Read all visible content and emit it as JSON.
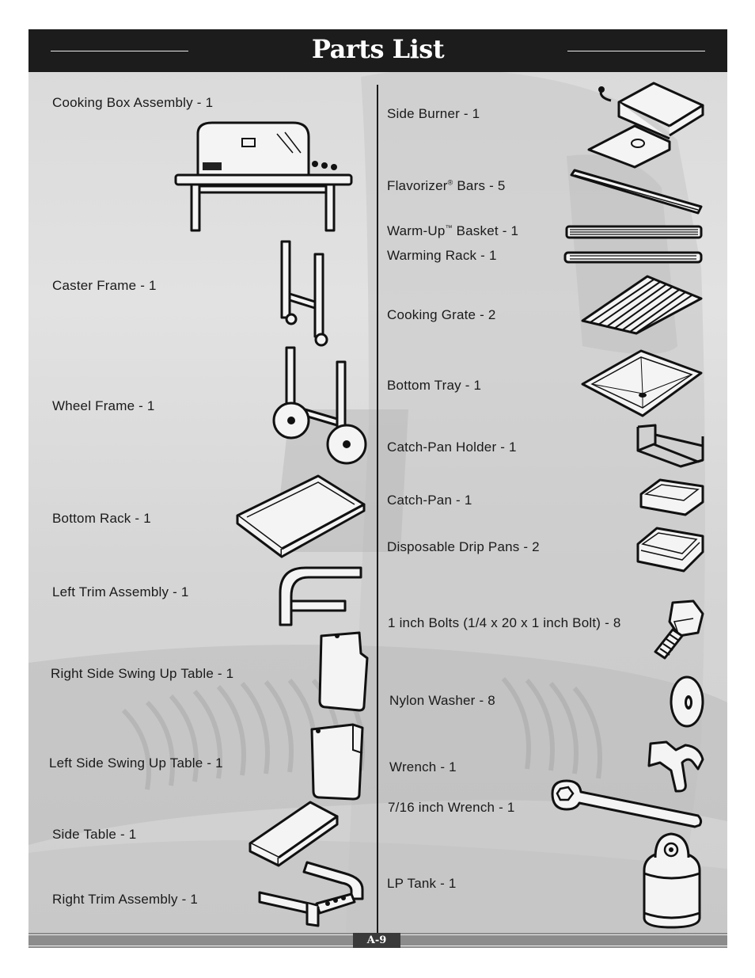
{
  "header": {
    "title": "Parts List"
  },
  "left_parts": [
    {
      "label": "Cooking Box Assembly - 1",
      "icon": "cooking-box-icon"
    },
    {
      "label": "Caster Frame - 1",
      "icon": "caster-frame-icon"
    },
    {
      "label": "Wheel Frame - 1",
      "icon": "wheel-frame-icon"
    },
    {
      "label": "Bottom Rack - 1",
      "icon": "bottom-rack-icon"
    },
    {
      "label": "Left Trim Assembly - 1",
      "icon": "left-trim-icon"
    },
    {
      "label": "Right Side Swing Up Table - 1",
      "icon": "right-swing-table-icon"
    },
    {
      "label": "Left Side Swing Up Table - 1",
      "icon": "left-swing-table-icon"
    },
    {
      "label": "Side Table - 1",
      "icon": "side-table-icon"
    },
    {
      "label": "Right Trim Assembly - 1",
      "icon": "right-trim-icon"
    }
  ],
  "right_parts": [
    {
      "label": "Side Burner - 1",
      "icon": "side-burner-icon"
    },
    {
      "label_pre": "Flavorizer",
      "mark": "®",
      "label_post": " Bars - 5",
      "icon": "flavorizer-bar-icon"
    },
    {
      "label_pre": "Warm-Up",
      "mark": "™",
      "label_post": " Basket - 1",
      "icon": "warm-up-basket-icon"
    },
    {
      "label": "Warming Rack - 1",
      "icon": "warming-rack-icon"
    },
    {
      "label": "Cooking Grate - 2",
      "icon": "cooking-grate-icon"
    },
    {
      "label": "Bottom Tray - 1",
      "icon": "bottom-tray-icon"
    },
    {
      "label": "Catch-Pan Holder - 1",
      "icon": "catch-pan-holder-icon"
    },
    {
      "label": "Catch-Pan - 1",
      "icon": "catch-pan-icon"
    },
    {
      "label": "Disposable Drip Pans - 2",
      "icon": "drip-pan-icon"
    },
    {
      "label": "1 inch Bolts (1/4 x 20 x 1 inch Bolt) - 8",
      "icon": "bolt-icon"
    },
    {
      "label": "Nylon Washer - 8",
      "icon": "washer-icon"
    },
    {
      "label": "Wrench - 1",
      "icon": "wrench-icon"
    },
    {
      "label": "7/16 inch Wrench - 1",
      "icon": "open-wrench-icon"
    },
    {
      "label": "LP Tank - 1",
      "icon": "lp-tank-icon"
    }
  ],
  "footer": {
    "page_number": "A-9"
  }
}
